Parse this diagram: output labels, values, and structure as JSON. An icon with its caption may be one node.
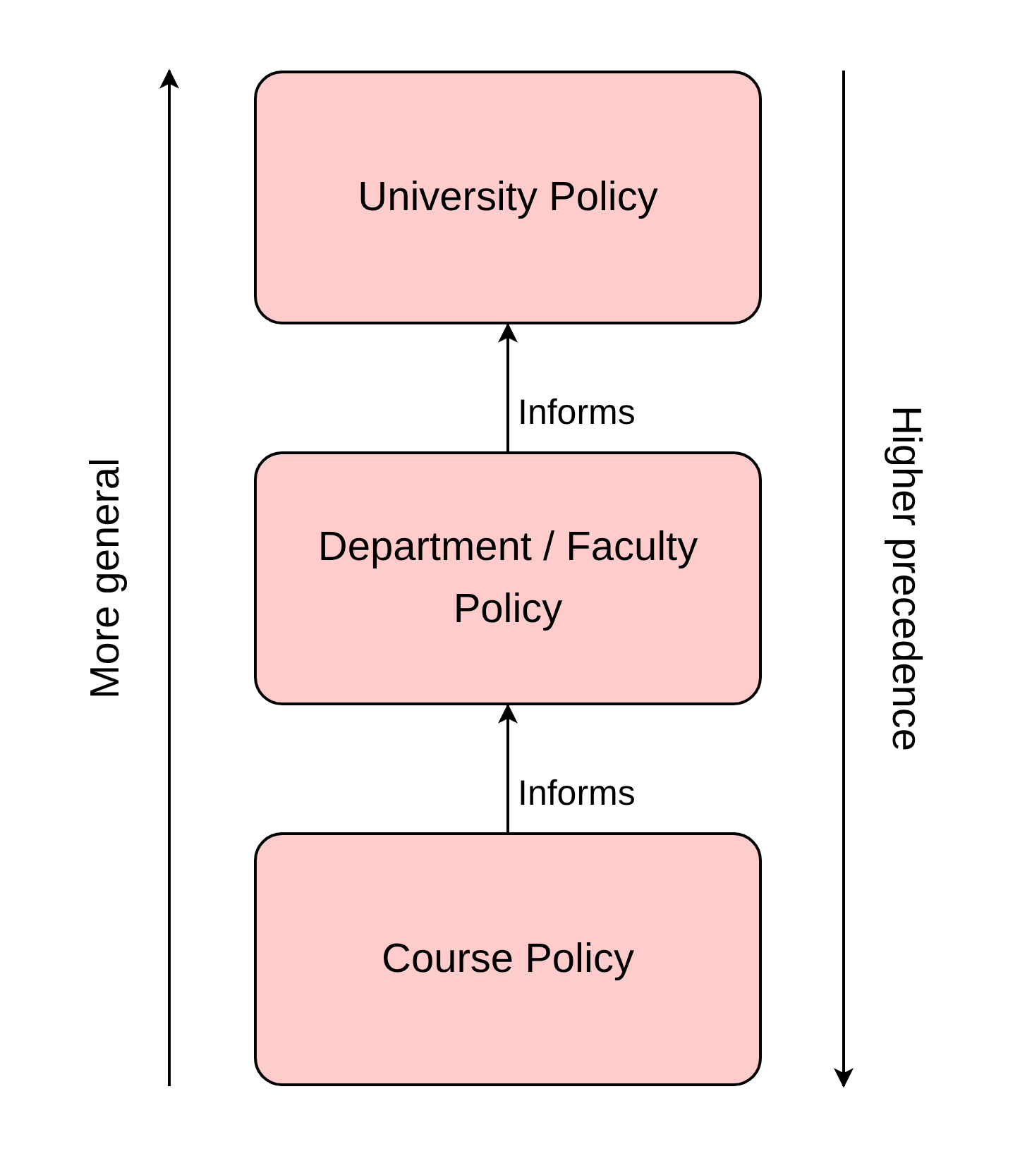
{
  "diagram": {
    "nodes": [
      {
        "text": [
          "University Policy"
        ]
      },
      {
        "text": [
          "Department / Faculty Policy"
        ]
      },
      {
        "text": [
          "Course Policy"
        ]
      }
    ],
    "edges": [
      {
        "from": 2,
        "to": 1,
        "arrow": "to",
        "label": "Informs"
      },
      {
        "from": 1,
        "to": 0,
        "arrow": "to",
        "label": "Informs"
      }
    ],
    "labels": [
      "More general",
      "Higher precedence"
    ]
  }
}
